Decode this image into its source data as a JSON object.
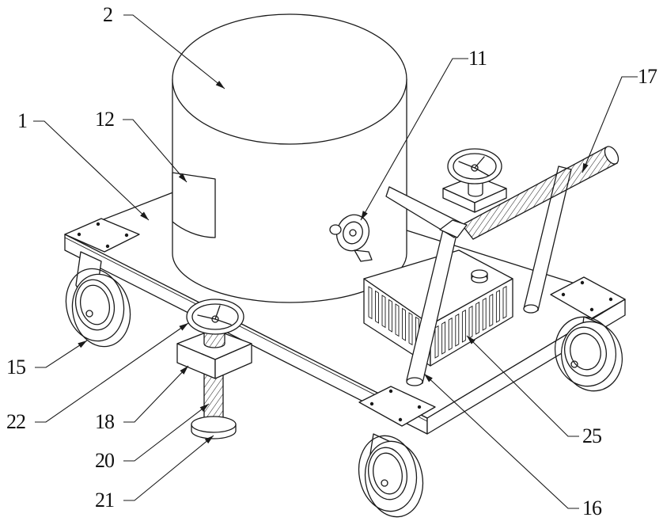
{
  "figure": {
    "type": "patent-drawing",
    "subject": "wheeled cart with cylindrical tank, handles, box and height-adjustable support feet",
    "callouts": [
      {
        "id": "1",
        "label": "1",
        "target": "cart frame / platform"
      },
      {
        "id": "2",
        "label": "2",
        "target": "cylindrical tank"
      },
      {
        "id": "11",
        "label": "11",
        "target": "valve / gauge on tank"
      },
      {
        "id": "12",
        "label": "12",
        "target": "panel on tank side"
      },
      {
        "id": "15",
        "label": "15",
        "target": "caster wheel"
      },
      {
        "id": "16",
        "label": "16",
        "target": "handle post"
      },
      {
        "id": "17",
        "label": "17",
        "target": "handle grip"
      },
      {
        "id": "18",
        "label": "18",
        "target": "support block"
      },
      {
        "id": "20",
        "label": "20",
        "target": "threaded screw rod"
      },
      {
        "id": "21",
        "label": "21",
        "target": "foot pad"
      },
      {
        "id": "22",
        "label": "22",
        "target": "handwheel"
      },
      {
        "id": "25",
        "label": "25",
        "target": "vented box"
      }
    ]
  }
}
